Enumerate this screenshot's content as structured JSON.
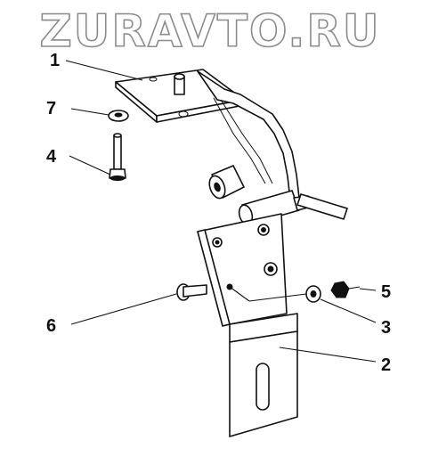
{
  "watermark": "ZURAVTO.RU",
  "callouts": [
    {
      "id": "1",
      "label": "1"
    },
    {
      "id": "7",
      "label": "7"
    },
    {
      "id": "4",
      "label": "4"
    },
    {
      "id": "5",
      "label": "5"
    },
    {
      "id": "6",
      "label": "6"
    },
    {
      "id": "3",
      "label": "3"
    },
    {
      "id": "2",
      "label": "2"
    }
  ]
}
